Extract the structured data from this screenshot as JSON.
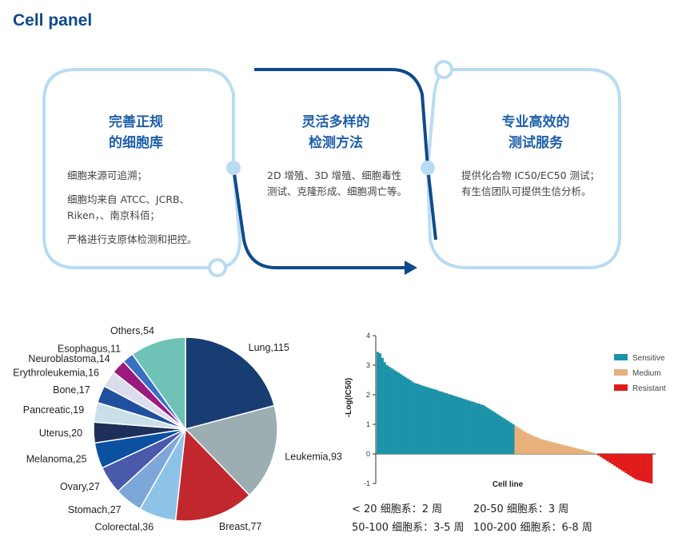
{
  "page": {
    "title": "Cell panel"
  },
  "panels": [
    {
      "title": "完善正规\n的细胞库",
      "lines": [
        "细胞来源可追溯；",
        "细胞均来自 ATCC、JCRB、Riken，、南京科佰；",
        "严格进行支原体检测和把控。"
      ]
    },
    {
      "title": "灵活多样的\n检测方法",
      "lines": [
        "2D 增殖、3D 增殖、细胞毒性测试、克隆形成、细胞凋亡等。"
      ]
    },
    {
      "title": "专业高效的\n测试服务",
      "lines": [
        "提供化合物 IC50/EC50 测试；有生信团队可提供生信分析。"
      ]
    }
  ],
  "colors": {
    "accent_dark": "#0f4a8a",
    "accent_light": "#b9dcf2",
    "title_blue": "#1f5fa8"
  },
  "chart_data": [
    {
      "type": "pie",
      "title": "",
      "slices": [
        {
          "label": "Lung",
          "value": 115,
          "text": "Lung,115",
          "color": "#173d73"
        },
        {
          "label": "Leukemia",
          "value": 93,
          "text": "Leukemia,93",
          "color": "#9daeb3"
        },
        {
          "label": "Breast",
          "value": 77,
          "text": "Breast,77",
          "color": "#c0282d"
        },
        {
          "label": "Colorectal",
          "value": 36,
          "text": "Colorectal,36",
          "color": "#8ec3e8"
        },
        {
          "label": "Stomach",
          "value": 27,
          "text": "Stomach,27",
          "color": "#7ea7d9"
        },
        {
          "label": "Ovary",
          "value": 27,
          "text": "Ovary,27",
          "color": "#4a5aaa"
        },
        {
          "label": "Melanoma",
          "value": 25,
          "text": "Melanoma,25",
          "color": "#0c50a0"
        },
        {
          "label": "Uterus",
          "value": 20,
          "text": "Uterus,20",
          "color": "#1e2f5a"
        },
        {
          "label": "Pancreatic",
          "value": 19,
          "text": "Pancreatic,19",
          "color": "#c9e0ea"
        },
        {
          "label": "Bone",
          "value": 17,
          "text": "Bone,17",
          "color": "#2150a0"
        },
        {
          "label": "Erythroleukemia",
          "value": 16,
          "text": "Erythroleukemia,16",
          "color": "#dcdcec"
        },
        {
          "label": "Neuroblastoma",
          "value": 14,
          "text": "Neuroblastoma,14",
          "color": "#9a1a7d"
        },
        {
          "label": "Esophagus",
          "value": 11,
          "text": "Esophagus,11",
          "color": "#3a6fc4"
        },
        {
          "label": "Others",
          "value": 54,
          "text": "Others,54",
          "color": "#6ec3b6"
        }
      ]
    },
    {
      "type": "bar",
      "title": "",
      "xlabel": "Cell line",
      "ylabel": "-Log(IC50)",
      "ylim": [
        -1,
        4
      ],
      "yticks": [
        "-1",
        "0",
        "1",
        "2",
        "3",
        "4"
      ],
      "legend_position": "top-right",
      "series": [
        {
          "name": "Sensitive",
          "color": "#1c93a8",
          "values": [
            3.45,
            3.4,
            3.25,
            3.1,
            3.0,
            2.95,
            2.9,
            2.85,
            2.8,
            2.75,
            2.7,
            2.65,
            2.6,
            2.55,
            2.5,
            2.45,
            2.4,
            2.38,
            2.35,
            2.32,
            2.3,
            2.27,
            2.25,
            2.22,
            2.2,
            2.18,
            2.15,
            2.12,
            2.1,
            2.07,
            2.05,
            2.02,
            2.0,
            1.97,
            1.95,
            1.92,
            1.9,
            1.87,
            1.85,
            1.82,
            1.8,
            1.77,
            1.75,
            1.72,
            1.7,
            1.67,
            1.65,
            1.6,
            1.55,
            1.5,
            1.45,
            1.4,
            1.35,
            1.3,
            1.25,
            1.2,
            1.15,
            1.1,
            1.05,
            1.0
          ]
        },
        {
          "name": "Medium",
          "color": "#e8b07a",
          "values": [
            0.95,
            0.9,
            0.85,
            0.8,
            0.75,
            0.7,
            0.67,
            0.64,
            0.6,
            0.57,
            0.54,
            0.5,
            0.48,
            0.46,
            0.44,
            0.42,
            0.4,
            0.38,
            0.36,
            0.34,
            0.32,
            0.3,
            0.28,
            0.26,
            0.24,
            0.22,
            0.2,
            0.18,
            0.16,
            0.14,
            0.12,
            0.1,
            0.08,
            0.06,
            0.04,
            0.02
          ]
        },
        {
          "name": "Resistant",
          "color": "#e11b1b",
          "values": [
            -0.05,
            -0.1,
            -0.15,
            -0.2,
            -0.25,
            -0.3,
            -0.35,
            -0.4,
            -0.45,
            -0.5,
            -0.55,
            -0.6,
            -0.65,
            -0.7,
            -0.75,
            -0.8,
            -0.85,
            -0.88,
            -0.9,
            -0.92,
            -0.94,
            -0.96,
            -0.98,
            -1.0
          ]
        }
      ]
    }
  ],
  "notes": [
    "< 20 细胞系：2 周",
    "20-50 细胞系：3 周",
    "50-100 细胞系：3-5 周",
    "100-200 细胞系：6-8 周"
  ]
}
